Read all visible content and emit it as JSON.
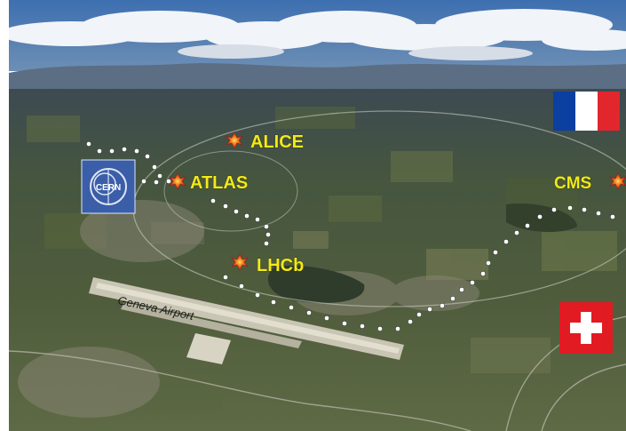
{
  "labels": {
    "alice": "ALICE",
    "atlas": "ATLAS",
    "cms": "CMS",
    "lhcb": "LHCb",
    "airport": "Geneva Airport",
    "logo": "CERN"
  },
  "icons": {
    "experiment_marker": "explosion-icon",
    "logo": "cern-logo",
    "flag_france": "france-flag",
    "flag_switzerland": "switzerland-flag"
  },
  "colors": {
    "label_text": "#f2ea1a",
    "marker_red": "#d42a1e",
    "beamline_dots": "#ffffff",
    "cern_blue": "#3a5ea8",
    "france_blue": "#0b3fa0",
    "france_red": "#e2262d",
    "swiss_red": "#e21b22"
  }
}
